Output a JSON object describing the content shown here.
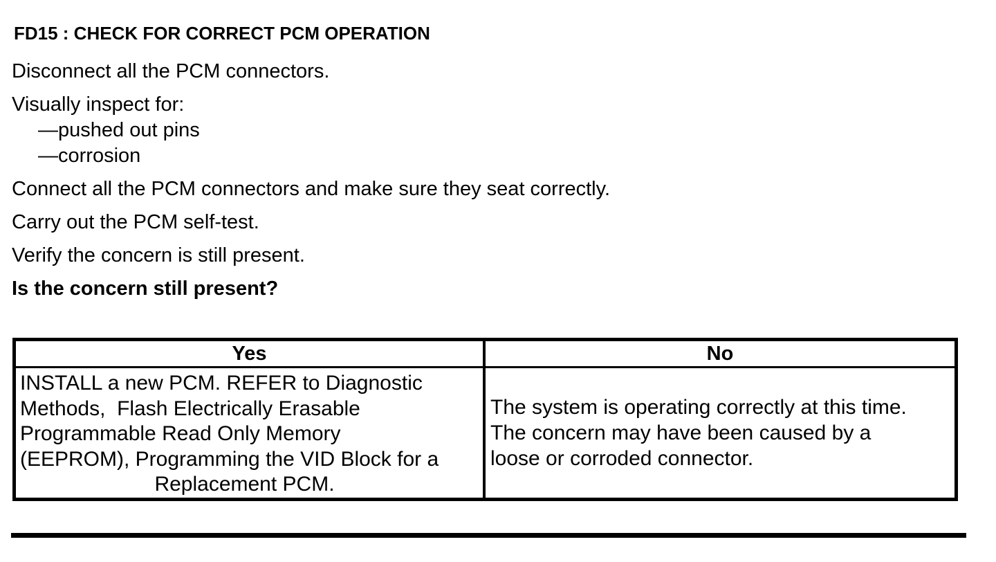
{
  "doc": {
    "title": "FD15 : CHECK FOR CORRECT PCM OPERATION",
    "steps": {
      "disconnect": "Disconnect all the PCM connectors.",
      "inspect_intro": "Visually inspect for:",
      "inspect_items": [
        "—pushed out pins",
        "—corrosion"
      ],
      "connect": "Connect all the PCM connectors and make sure they seat correctly.",
      "self_test": "Carry out the PCM self-test.",
      "verify": "Verify the concern is still present.",
      "question": "Is the concern still present?"
    },
    "result_table": {
      "headers": [
        "Yes",
        "No"
      ],
      "yes_lines": [
        "INSTALL a new PCM. REFER to Diagnostic",
        "Methods,  Flash Electrically Erasable",
        "Programmable Read Only Memory",
        "(EEPROM), Programming the VID Block for a",
        "Replacement PCM."
      ],
      "no_lines": [
        "The system is operating correctly at this time.",
        "The concern may have been caused by a",
        "loose or corroded connector."
      ]
    },
    "colors": {
      "text": "#000000",
      "background": "#ffffff",
      "border": "#000000"
    }
  }
}
